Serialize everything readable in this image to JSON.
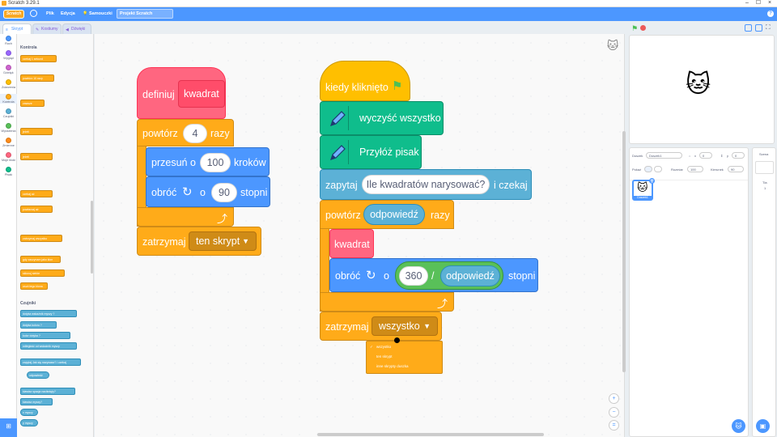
{
  "window": {
    "title": "Scratch 3.29.1",
    "min": "–",
    "max": "☐",
    "close": "×"
  },
  "menu": {
    "logo": "Scratch",
    "file": "Plik",
    "edit": "Edycja",
    "tutorials": "Samouczki",
    "project_title": "Projekt Scratch"
  },
  "tabs": {
    "code": "Skrypt",
    "costumes": "Kostiumy",
    "sounds": "Dźwięki"
  },
  "categories": [
    {
      "label": "Ruch",
      "color": "#4c97ff"
    },
    {
      "label": "Wygląd",
      "color": "#9966ff"
    },
    {
      "label": "Dźwięk",
      "color": "#cf63cf"
    },
    {
      "label": "Zdarzenia",
      "color": "#ffbf00"
    },
    {
      "label": "Kontrola",
      "color": "#ffab19"
    },
    {
      "label": "Czujniki",
      "color": "#5cb1d6"
    },
    {
      "label": "Wyrażenia",
      "color": "#59c059"
    },
    {
      "label": "Zmienne",
      "color": "#ff8c1a"
    },
    {
      "label": "Moje bloki",
      "color": "#ff6680"
    },
    {
      "label": "Pisak",
      "color": "#0fbd8c"
    }
  ],
  "palette": {
    "control_heading": "Kontrola",
    "sensing_heading": "Czujniki",
    "control_blocks": [
      "czekaj 1 sekund",
      "powtórz 10 razy",
      "zawsze",
      "jeżeli",
      "jeżeli",
      "czekaj aż",
      "powtarzaj aż",
      "zatrzymaj wszystko",
      "gdy zaczynam jako klon",
      "sklonuj siebie",
      "usuń tego klona"
    ],
    "sensing_blocks": [
      "dotyka wskaźnik myszy ?",
      "dotyka koloru ?",
      "kolor dotyka ?",
      "odległość od wskaźnik myszy",
      "zapytaj Jak się nazywasz? i czekaj",
      "odpowiedź",
      "klawisz spacja naciśnięty?",
      "klawisz myszy?",
      "x myszy",
      "y myszy"
    ]
  },
  "script1": {
    "define": "definiuj",
    "define_name": "kwadrat",
    "repeat": "powtórz",
    "repeat_count": "4",
    "repeat_suffix": "razy",
    "move": "przesuń o",
    "move_value": "100",
    "move_suffix": "kroków",
    "turn": "obróć",
    "turn_o": "o",
    "turn_value": "90",
    "turn_suffix": "stopni",
    "stop": "zatrzymaj",
    "stop_option": "ten skrypt"
  },
  "script2": {
    "hat": "kiedy kliknięto",
    "clear": "wyczyść wszystko",
    "pen_down": "Przyłóż pisak",
    "ask": "zapytaj",
    "ask_question": "Ile kwadratów narysować?",
    "ask_suffix": "i czekaj",
    "repeat": "powtórz",
    "repeat_value": "odpowiedź",
    "repeat_suffix": "razy",
    "call": "kwadrat",
    "turn": "obróć",
    "turn_o": "o",
    "div_left": "360",
    "div_op": "/",
    "div_right": "odpowiedź",
    "turn_suffix": "stopni",
    "stop": "zatrzymaj",
    "stop_option": "wszystko"
  },
  "stop_menu": {
    "items": [
      "wszystko",
      "ten skrypt",
      "inne skrypty duszka"
    ],
    "checkmark": "✓"
  },
  "sprite": {
    "label_sprite": "Duszek",
    "name": "Duszek1",
    "x_label": "x",
    "x_value": "0",
    "y_label": "y",
    "y_value": "0",
    "show_label": "Pokaż",
    "size_label": "Rozmiar",
    "size_value": "100",
    "direction_label": "Kierunek",
    "direction_value": "90",
    "tile_name": "Duszek1"
  },
  "stage_panel": {
    "title": "Scena",
    "backdrops_label": "Tła",
    "backdrops_count": "1"
  },
  "colors": {
    "menubar": "#4c97ff",
    "control": "#ffab19",
    "motion": "#4c97ff",
    "pen": "#0fbd8c",
    "sensing": "#5cb1d6",
    "myblocks": "#ff6680",
    "events": "#ffbf00"
  }
}
